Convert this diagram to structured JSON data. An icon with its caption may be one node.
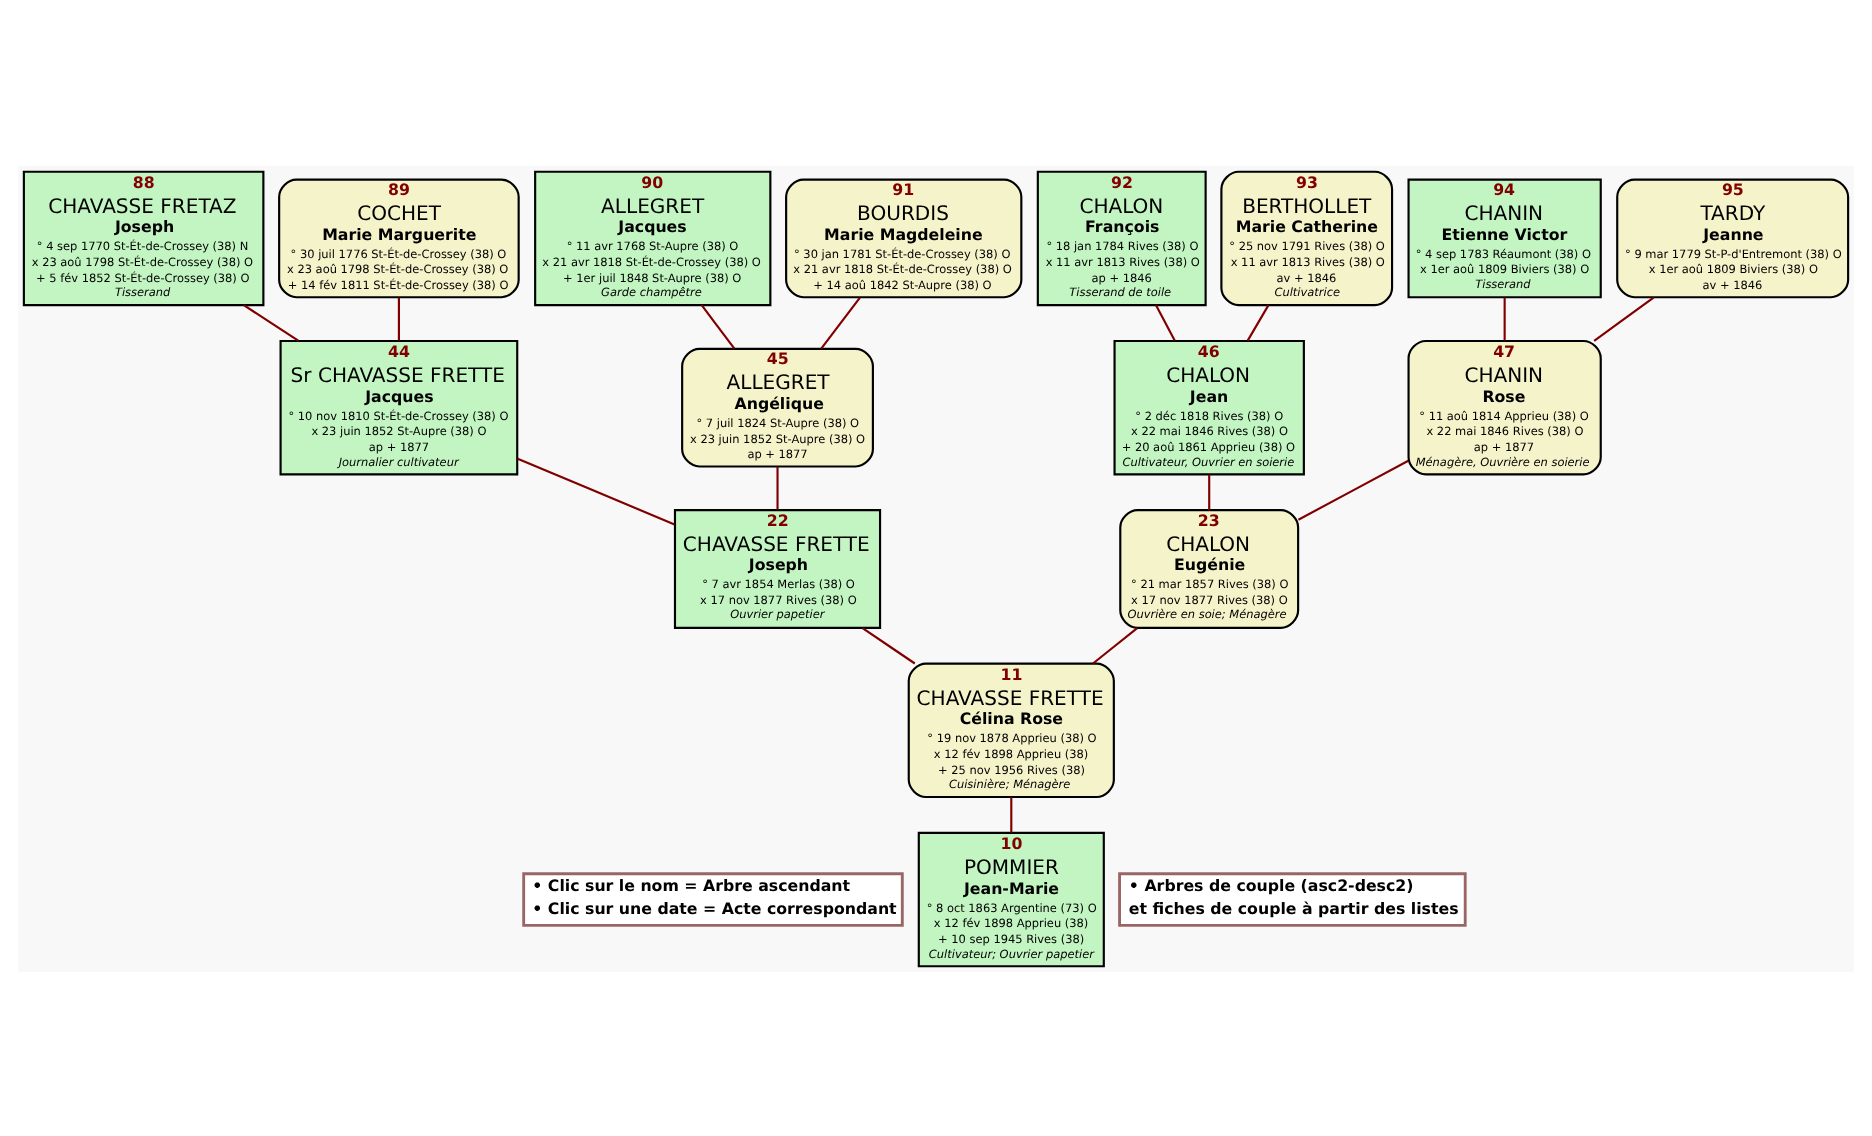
{
  "diagram": {
    "nodes": [
      {
        "text": [
          "88",
          "CHAVASSE FRETAZ",
          "Joseph",
          "° 4 sep 1770 St-Ét-de-Crossey (38) N",
          "x 23 aoû 1798 St-Ét-de-Crossey (38) O",
          "+ 5 fév 1852 St-Ét-de-Crossey (38) O",
          "Tisserand"
        ]
      },
      {
        "text": [
          "89",
          "COCHET",
          "Marie Marguerite",
          "° 30 juil 1776 St-Ét-de-Crossey (38) O",
          "x 23 aoû 1798 St-Ét-de-Crossey (38) O",
          "+ 14 fév 1811 St-Ét-de-Crossey (38) O"
        ]
      },
      {
        "text": [
          "90",
          "ALLEGRET",
          "Jacques",
          "° 11 avr 1768 St-Aupre (38) O",
          "x 21 avr 1818 St-Ét-de-Crossey (38) O",
          "+ 1er juil 1848 St-Aupre (38) O",
          "Garde champêtre"
        ]
      },
      {
        "text": [
          "91",
          "BOURDIS",
          "Marie Magdeleine",
          "° 30 jan 1781 St-Ét-de-Crossey (38) O",
          "x 21 avr 1818 St-Ét-de-Crossey (38) O",
          "+ 14 aoû 1842 St-Aupre (38) O"
        ]
      },
      {
        "text": [
          "92",
          "CHALON",
          "François",
          "° 18 jan 1784 Rives (38) O",
          "x 11 avr 1813 Rives (38) O",
          "ap + 1846",
          "Tisserand de toile"
        ]
      },
      {
        "text": [
          "93",
          "BERTHOLLET",
          "Marie Catherine",
          "° 25 nov 1791 Rives (38) O",
          "x 11 avr 1813 Rives (38) O",
          "av + 1846",
          "Cultivatrice"
        ]
      },
      {
        "text": [
          "94",
          "CHANIN",
          "Etienne Victor",
          "° 4 sep 1783 Réaumont (38) O",
          "x 1er aoû 1809 Biviers (38) O",
          "Tisserand"
        ]
      },
      {
        "text": [
          "95",
          "TARDY",
          "Jeanne",
          "° 9 mar 1779 St-P-d'Entremont (38) O",
          "x 1er aoû 1809 Biviers (38) O",
          "av + 1846"
        ]
      },
      {
        "text": [
          "44",
          "Sr CHAVASSE FRETTE",
          "Jacques",
          "° 10 nov 1810 St-Ét-de-Crossey (38) O",
          "x 23 juin 1852 St-Aupre (38) O",
          "ap + 1877",
          "Journalier cultivateur"
        ]
      },
      {
        "text": [
          "45",
          "ALLEGRET",
          "Angélique",
          "° 7 juil 1824 St-Aupre (38) O",
          "x 23 juin 1852 St-Aupre (38) O",
          "ap + 1877"
        ]
      },
      {
        "text": [
          "46",
          "CHALON",
          "Jean",
          "° 2 déc 1818 Rives (38) O",
          "x 22 mai 1846 Rives (38) O",
          "+ 20 aoû 1861 Apprieu (38) O",
          "Cultivateur, Ouvrier en soierie"
        ]
      },
      {
        "text": [
          "47",
          "CHANIN",
          "Rose",
          "° 11 aoû 1814 Apprieu (38) O",
          "x 22 mai 1846 Rives (38) O",
          "ap + 1877",
          "Ménagère, Ouvrière en soierie"
        ]
      },
      {
        "text": [
          "22",
          "CHAVASSE FRETTE",
          "Joseph",
          "° 7 avr 1854 Merlas (38) O",
          "x 17 nov 1877 Rives (38) O",
          "Ouvrier papetier"
        ]
      },
      {
        "text": [
          "23",
          "CHALON",
          "Eugénie",
          "° 21 mar 1857 Rives (38) O",
          "x 17 nov 1877 Rives (38) O",
          "Ouvrière en soie; Ménagère"
        ]
      },
      {
        "text": [
          "11",
          "CHAVASSE FRETTE",
          "Célina Rose",
          "° 19 nov 1878 Apprieu (38) O",
          "x 12 fév 1898 Apprieu (38)",
          "+ 25 nov 1956 Rives (38)",
          "Cuisinière; Ménagère"
        ]
      },
      {
        "text": [
          "• Clic sur le nom = Arbre ascendant",
          "• Clic sur une date = Acte correspondant"
        ]
      },
      {
        "text": [
          "10",
          "POMMIER",
          "Jean-Marie",
          "° 8 oct 1863 Argentine (73) O",
          "x 12 fév 1898 Apprieu (38)",
          "+ 10 sep 1945 Rives (38)",
          "Cultivateur; Ouvrier papetier"
        ]
      },
      {
        "text": [
          "• Arbres de couple (asc2-desc2)",
          "et fiches de couple à partir des listes"
        ]
      }
    ],
    "edges": [
      {
        "from": 0,
        "to": 8,
        "arrow": "none"
      },
      {
        "from": 1,
        "to": 8,
        "arrow": "none"
      },
      {
        "from": 2,
        "to": 9,
        "arrow": "none"
      },
      {
        "from": 3,
        "to": 9,
        "arrow": "none"
      },
      {
        "from": 4,
        "to": 10,
        "arrow": "none"
      },
      {
        "from": 5,
        "to": 10,
        "arrow": "none"
      },
      {
        "from": 6,
        "to": 11,
        "arrow": "none"
      },
      {
        "from": 7,
        "to": 11,
        "arrow": "none"
      },
      {
        "from": 8,
        "to": 12,
        "arrow": "none"
      },
      {
        "from": 9,
        "to": 12,
        "arrow": "none"
      },
      {
        "from": 10,
        "to": 13,
        "arrow": "none"
      },
      {
        "from": 11,
        "to": 13,
        "arrow": "none"
      },
      {
        "from": 12,
        "to": 14,
        "arrow": "none"
      },
      {
        "from": 13,
        "to": 14,
        "arrow": "none"
      },
      {
        "from": 14,
        "to": 16,
        "arrow": "none"
      }
    ]
  }
}
